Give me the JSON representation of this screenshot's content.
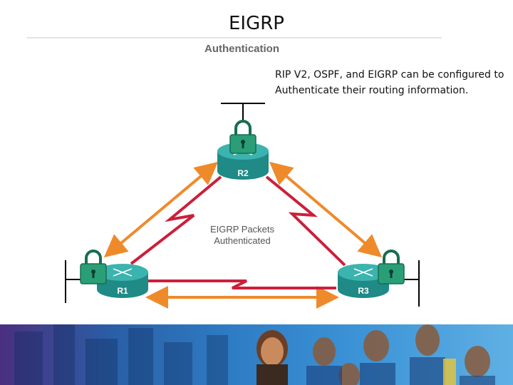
{
  "slide": {
    "title": "EIGRP",
    "subtitle": "Authentication",
    "description": [
      "RIP V2, OSPF, and EIGRP can be configured to",
      "Authenticate their routing information."
    ]
  },
  "diagram": {
    "routers": [
      {
        "id": "r2",
        "label": "R2"
      },
      {
        "id": "r1",
        "label": "R1"
      },
      {
        "id": "r3",
        "label": "R3"
      }
    ],
    "center_label": [
      "EIGRP Packets",
      "Authenticated"
    ],
    "colors": {
      "router_top": "#3bb3ae",
      "router_body": "#1f8a86",
      "router_dark": "#136a67",
      "lock": "#2a9e77",
      "lock_dark": "#176d52",
      "arrow_orange": "#ef8a2a",
      "bolt_red": "#cc1f3a",
      "lan_line": "#000000"
    }
  },
  "footer": {
    "colors": {
      "from": "#4a2f7f",
      "to": "#5fb0e4"
    }
  }
}
